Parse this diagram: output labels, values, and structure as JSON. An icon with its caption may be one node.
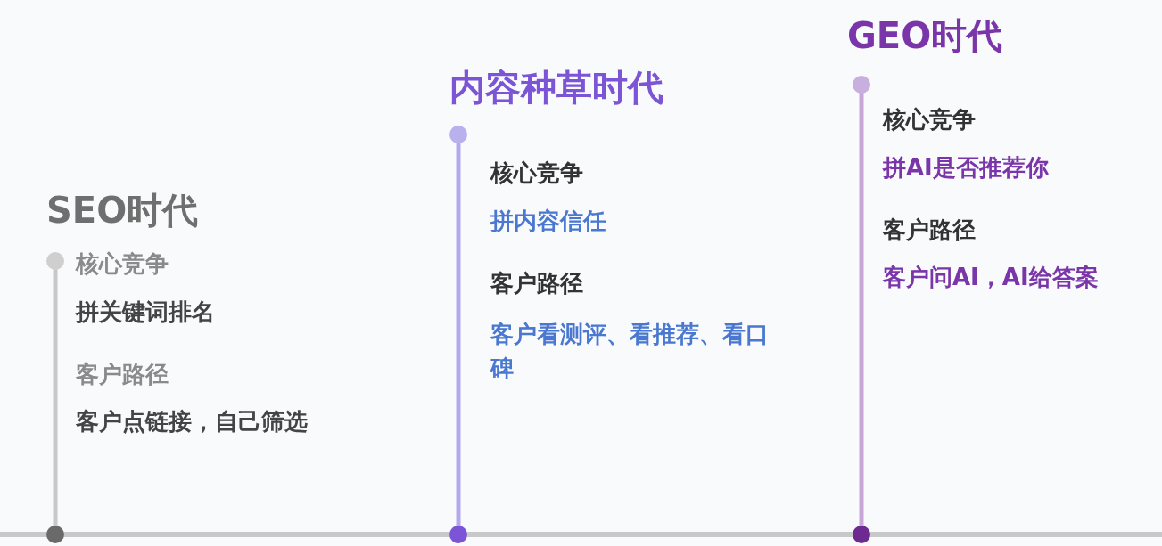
{
  "diagram": {
    "nodes": [
      {
        "text": [
          "SEO时代",
          "核心竞争",
          "拼关键词排名",
          "客户路径",
          "客户点链接，自己筛选"
        ]
      },
      {
        "text": [
          "内容种草时代",
          "核心竞争",
          "拼内容信任",
          "客户路径",
          "客户看测评、看推荐、看口碑"
        ]
      },
      {
        "text": [
          "GEO时代",
          "核心竞争",
          "拼AI是否推荐你",
          "客户路径",
          "客户问AI，AI给答案"
        ]
      }
    ]
  }
}
